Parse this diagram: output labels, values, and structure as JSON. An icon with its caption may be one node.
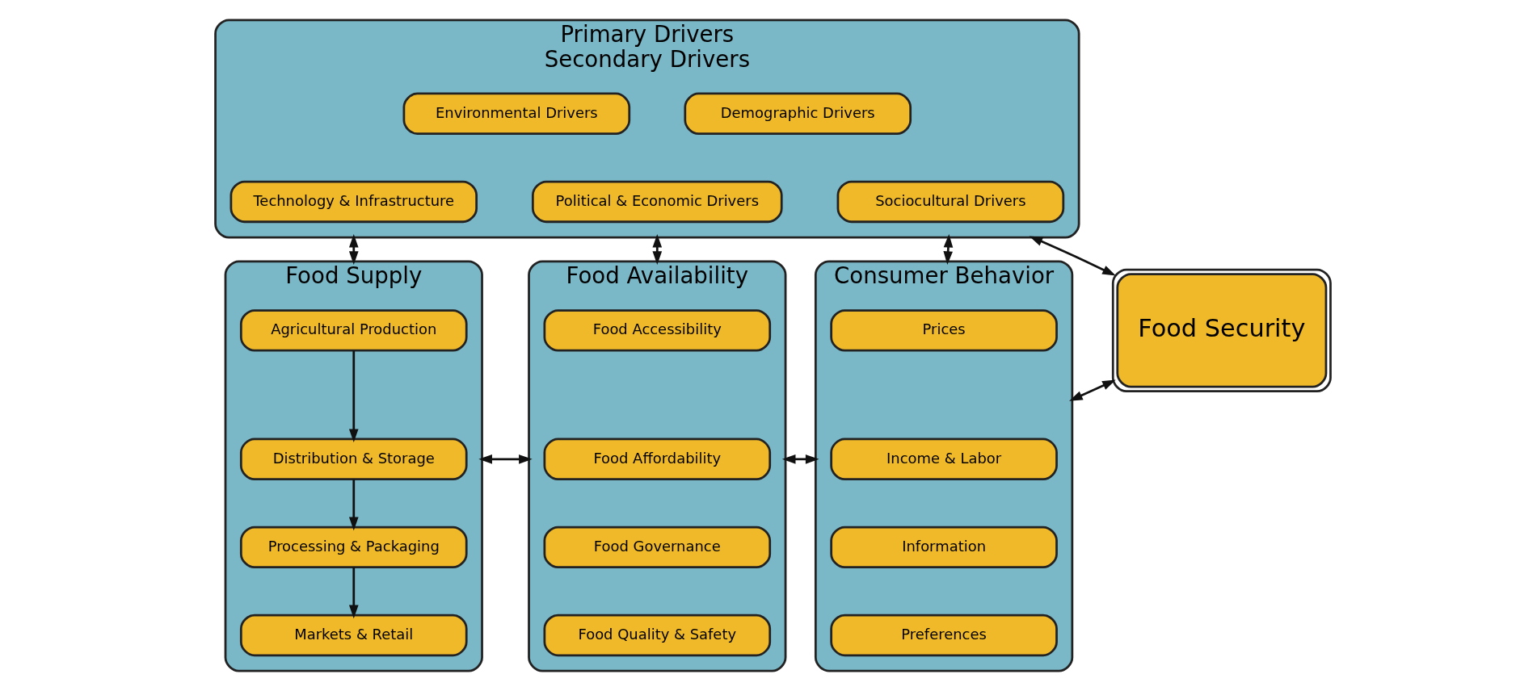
{
  "diagram": {
    "nodes": [
      {
        "text": [
          "Primary Drivers",
          "Secondary Drivers"
        ]
      },
      {
        "text": [
          "Environmental Drivers"
        ],
        "in": 0
      },
      {
        "text": [
          "Demographic Drivers"
        ],
        "in": 0
      },
      {
        "text": [
          "Technology & Infrastructure"
        ],
        "in": 0
      },
      {
        "text": [
          "Political & Economic Drivers"
        ],
        "in": 0
      },
      {
        "text": [
          "Sociocultural Drivers"
        ],
        "in": 0
      },
      {
        "text": [
          "Food Supply"
        ]
      },
      {
        "text": [
          "Agricultural Production"
        ],
        "in": 6
      },
      {
        "text": [
          "Distribution & Storage"
        ],
        "in": 6
      },
      {
        "text": [
          "Processing & Packaging"
        ],
        "in": 6
      },
      {
        "text": [
          "Markets & Retail"
        ],
        "in": 6
      },
      {
        "text": [
          "Food Availability"
        ]
      },
      {
        "text": [
          "Food Accessibility"
        ],
        "in": 11
      },
      {
        "text": [
          "Food Affordability"
        ],
        "in": 11
      },
      {
        "text": [
          "Food Governance"
        ],
        "in": 11
      },
      {
        "text": [
          "Food Quality & Safety"
        ],
        "in": 11
      },
      {
        "text": [
          "Consumer Behavior"
        ]
      },
      {
        "text": [
          "Prices"
        ],
        "in": 16
      },
      {
        "text": [
          "Income & Labor"
        ],
        "in": 16
      },
      {
        "text": [
          "Information"
        ],
        "in": 16
      },
      {
        "text": [
          "Preferences"
        ],
        "in": 16
      },
      {
        "text": [
          "Food Security"
        ]
      }
    ],
    "edges": [
      {
        "from": 0,
        "to": 6,
        "arrow": "both"
      },
      {
        "from": 0,
        "to": 11,
        "arrow": "both"
      },
      {
        "from": 0,
        "to": 16,
        "arrow": "both"
      },
      {
        "from": 0,
        "to": 21,
        "arrow": "both"
      },
      {
        "from": 7,
        "to": 8,
        "arrow": "to"
      },
      {
        "from": 8,
        "to": 9,
        "arrow": "to"
      },
      {
        "from": 9,
        "to": 10,
        "arrow": "to"
      },
      {
        "from": 6,
        "to": 11,
        "arrow": "both"
      },
      {
        "from": 11,
        "to": 16,
        "arrow": "both"
      },
      {
        "from": 16,
        "to": 21,
        "arrow": "both"
      }
    ]
  }
}
